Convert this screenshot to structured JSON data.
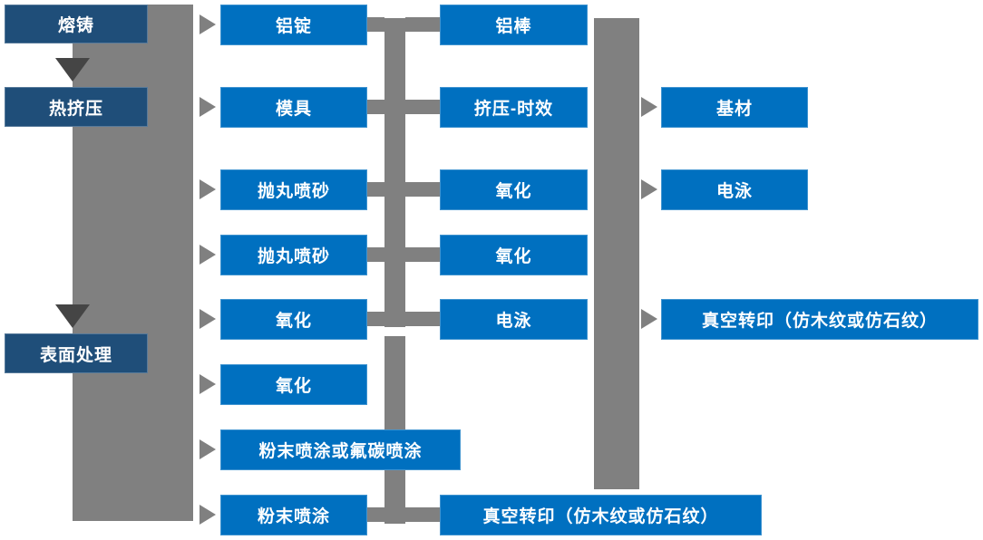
{
  "diagram": {
    "type": "flowchart",
    "language": "zh-CN"
  },
  "colors": {
    "stage_box": "#1F4E79",
    "process_box": "#0070C0",
    "connector": "#808080",
    "arrow_dark": "#454545",
    "text_color": "#FFFFFF",
    "background": "#FFFFFF"
  },
  "stages": [
    "熔铸",
    "热挤压",
    "表面处理"
  ],
  "process_col1": [
    "铝锭",
    "模具",
    "抛丸喷砂",
    "抛丸喷砂",
    "氧化",
    "氧化",
    "粉末喷涂或氟碳喷涂",
    "粉末喷涂"
  ],
  "process_col2": [
    "铝棒",
    "挤压-时效",
    "氧化",
    "氧化",
    "电泳",
    "真空转印（仿木纹或仿石纹）"
  ],
  "outputs": [
    "基材",
    "电泳",
    "真空转印（仿木纹或仿石纹）"
  ],
  "edges": {
    "stage_sequence": [
      [
        "熔铸",
        "热挤压"
      ],
      [
        "热挤压",
        "表面处理"
      ]
    ],
    "row_links": [
      [
        "铝锭",
        "铝棒"
      ],
      [
        "模具",
        "挤压-时效"
      ],
      [
        "抛丸喷砂",
        "氧化"
      ],
      [
        "抛丸喷砂",
        "氧化"
      ],
      [
        "氧化",
        "电泳"
      ],
      [
        "粉末喷涂",
        "真空转印（仿木纹或仿石纹）"
      ]
    ],
    "output_links": [
      [
        "挤压-时效",
        "基材"
      ],
      [
        "氧化",
        "电泳"
      ],
      [
        "电泳",
        "真空转印（仿木纹或仿石纹）"
      ]
    ]
  }
}
